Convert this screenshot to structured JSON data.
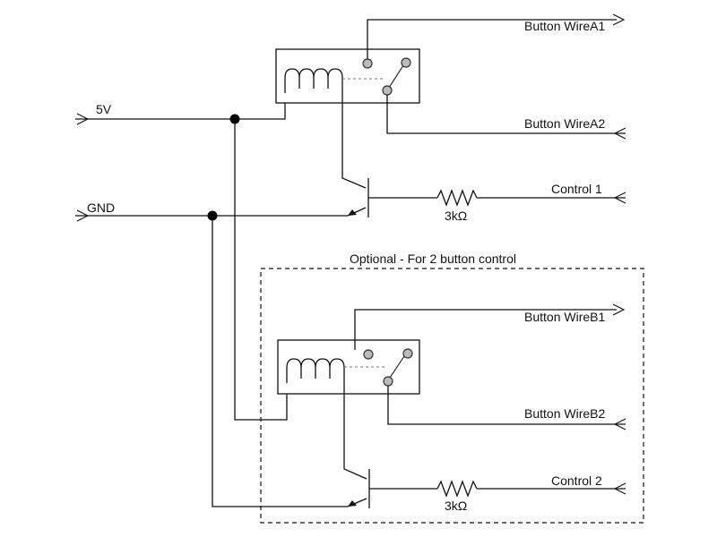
{
  "inputs": {
    "vcc_label": "5V",
    "gnd_label": "GND",
    "control1_label": "Control 1",
    "control2_label": "Control 2"
  },
  "outputs": {
    "wire_a1": "Button WireA1",
    "wire_a2": "Button WireA2",
    "wire_b1": "Button WireB1",
    "wire_b2": "Button WireB2"
  },
  "resistors": {
    "r1_value": "3kΩ",
    "r2_value": "3kΩ"
  },
  "optional_group": {
    "label": "Optional - For 2 button control"
  }
}
